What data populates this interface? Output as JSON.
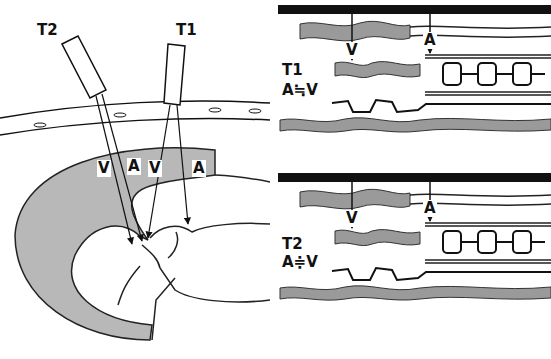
{
  "diagram": {
    "labels": [
      "T2",
      "T1",
      "V",
      "A",
      "V",
      "A",
      "T1",
      "A≒V",
      "V",
      "A",
      "T2",
      "A≑V",
      "V",
      "A"
    ]
  }
}
